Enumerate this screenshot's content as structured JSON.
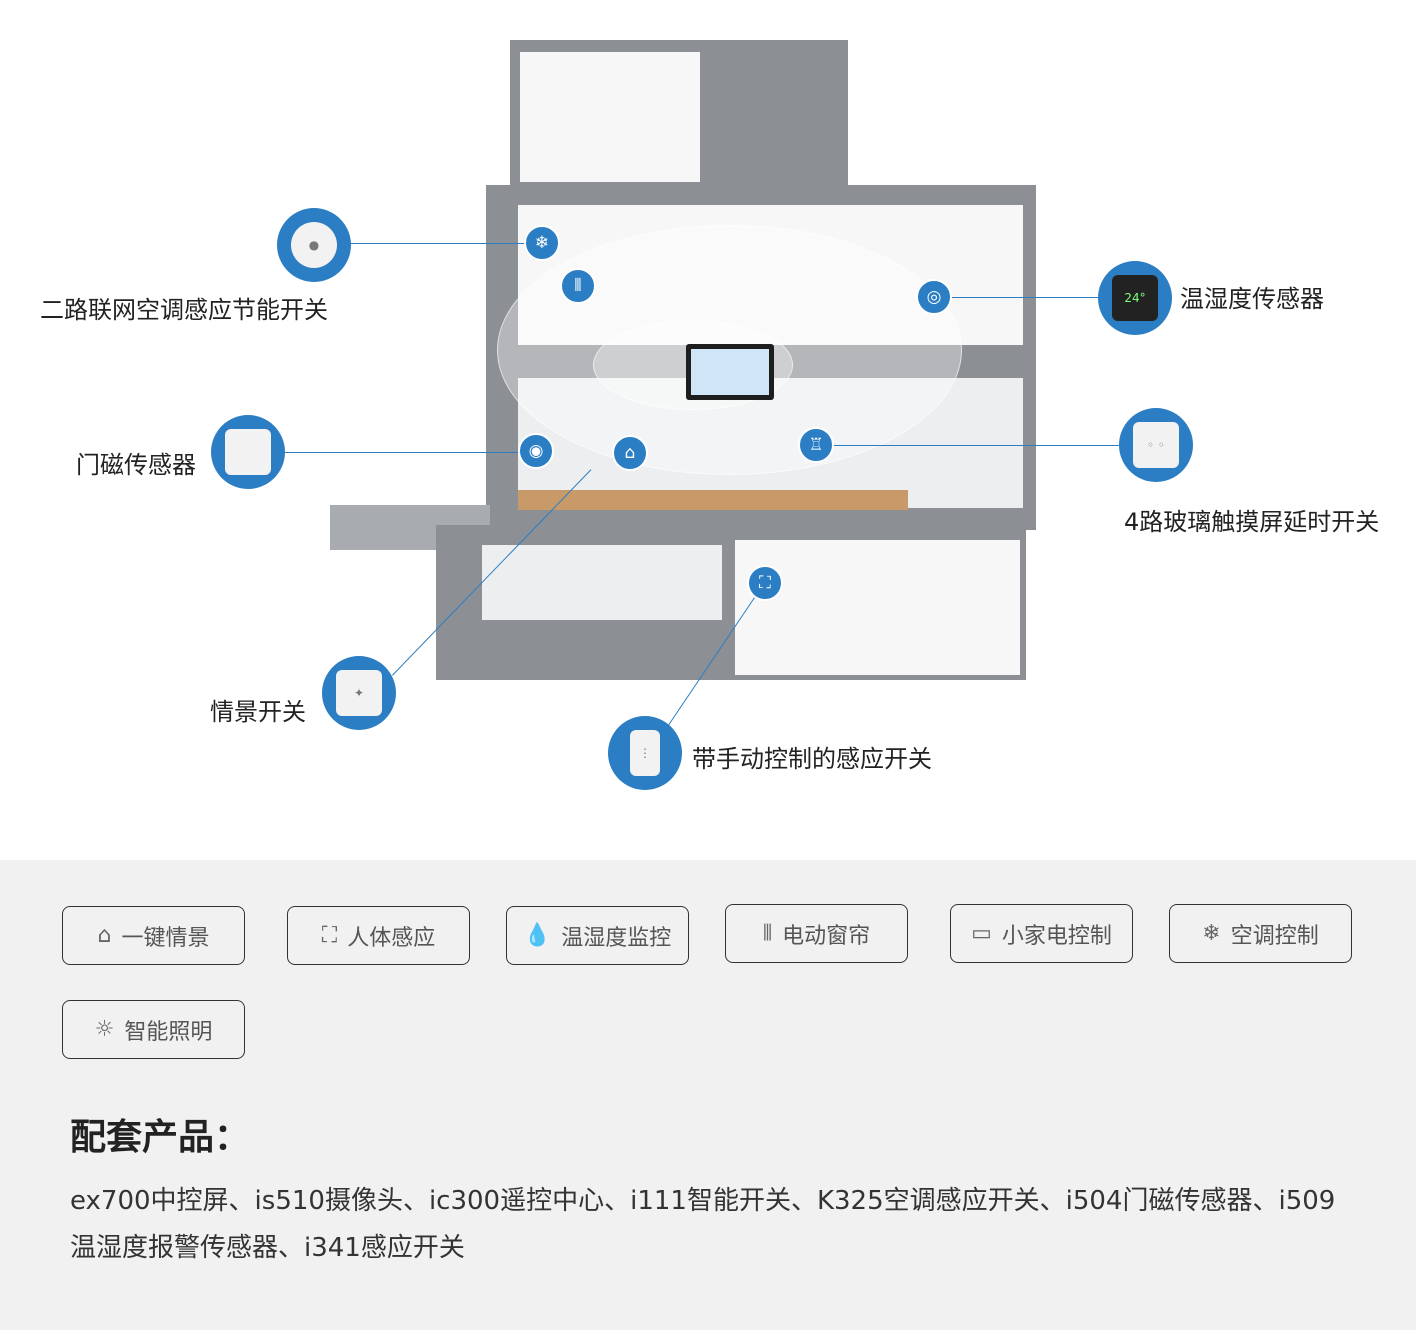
{
  "devices": [
    {
      "label": "二路联网空调感应节能开关",
      "icon": "motion-sensor-icon"
    },
    {
      "label": "温湿度传感器",
      "icon": "thermostat-icon"
    },
    {
      "label": "门磁传感器",
      "icon": "door-sensor-icon"
    },
    {
      "label": "4路玻璃触摸屏延时开关",
      "icon": "touch-switch-icon"
    },
    {
      "label": "情景开关",
      "icon": "scene-switch-icon"
    },
    {
      "label": "带手动控制的感应开关",
      "icon": "manual-sensor-switch-icon"
    }
  ],
  "hotspots": [
    {
      "icon": "air-conditioner-icon",
      "glyph": "❄"
    },
    {
      "icon": "curtain-icon",
      "glyph": "⫴"
    },
    {
      "icon": "humidity-icon",
      "glyph": "◎"
    },
    {
      "icon": "alarm-icon",
      "glyph": "◉"
    },
    {
      "icon": "home-icon",
      "glyph": "⌂"
    },
    {
      "icon": "lamp-icon",
      "glyph": "♖"
    },
    {
      "icon": "motion-icon",
      "glyph": "⛶"
    }
  ],
  "features": [
    {
      "label": "一键情景",
      "icon": "home-icon",
      "glyph": "⌂"
    },
    {
      "label": "人体感应",
      "icon": "motion-icon",
      "glyph": "⛶"
    },
    {
      "label": "温湿度监控",
      "icon": "droplet-icon",
      "glyph": "💧"
    },
    {
      "label": "电动窗帘",
      "icon": "curtain-icon",
      "glyph": "⫴"
    },
    {
      "label": "小家电控制",
      "icon": "appliance-icon",
      "glyph": "▭"
    },
    {
      "label": "空调控制",
      "icon": "air-conditioner-icon",
      "glyph": "❄"
    },
    {
      "label": "智能照明",
      "icon": "bulb-icon",
      "glyph": "☼"
    }
  ],
  "products": {
    "title": "配套产品：",
    "text": "ex700中控屏、is510摄像头、ic300遥控中心、i111智能开关、K325空调感应开关、i504门磁传感器、i509温湿度报警传感器、i341感应开关"
  },
  "colors": {
    "accent": "#2b7ec3",
    "panel": "#f1f1f1"
  }
}
